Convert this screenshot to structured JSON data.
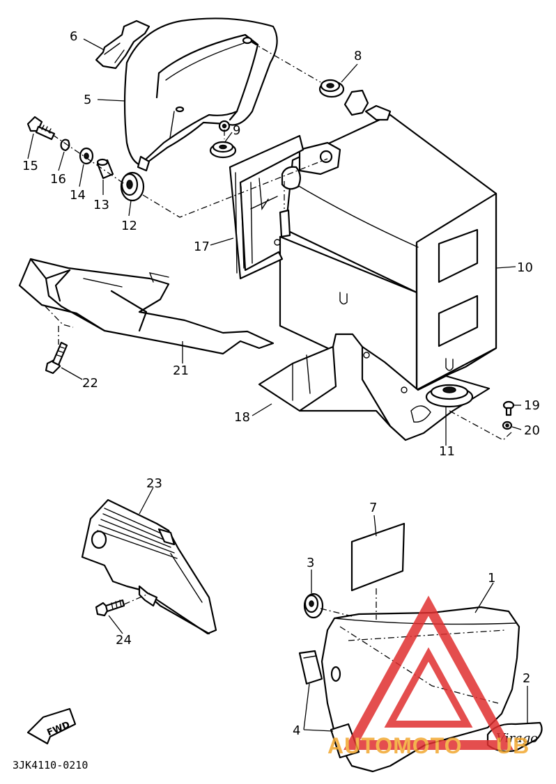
{
  "diagram_code": "3JK4110-0210",
  "fwd_label": "FWD",
  "watermark": {
    "text_left": "AUTOMOTO",
    "text_right": "UB",
    "color_red": "#e03030",
    "color_orange": "#f2a830"
  },
  "callouts": {
    "c1": "1",
    "c2": "2",
    "c3": "3",
    "c4": "4",
    "c5": "5",
    "c6": "6",
    "c7": "7",
    "c8": "8",
    "c9": "9",
    "c10": "10",
    "c11": "11",
    "c12": "12",
    "c13": "13",
    "c14": "14",
    "c15": "15",
    "c16": "16",
    "c17": "17",
    "c18": "18",
    "c19": "19",
    "c20": "20",
    "c21": "21",
    "c22": "22",
    "c23": "23",
    "c24": "24"
  },
  "emblem_script": "Virago"
}
